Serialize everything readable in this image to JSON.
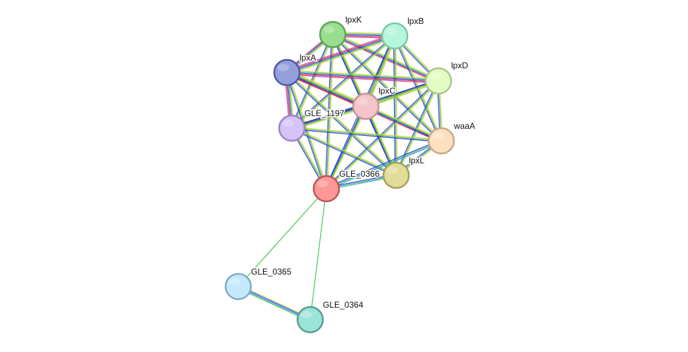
{
  "network": {
    "nodes": [
      {
        "id": "lpxK",
        "label": "lpxK",
        "fill": "#98de8f",
        "stroke": "#5fa557"
      },
      {
        "id": "lpxB",
        "label": "lpxB",
        "fill": "#b6f6dc",
        "stroke": "#7cc7a8"
      },
      {
        "id": "lpxA",
        "label": "lpxA",
        "fill": "#94a0dc",
        "stroke": "#4e5aa6"
      },
      {
        "id": "lpxD",
        "label": "lpxD",
        "fill": "#e3fcc4",
        "stroke": "#a8c88a"
      },
      {
        "id": "lpxC",
        "label": "lpxC",
        "fill": "#f6c5c9",
        "stroke": "#c4969b"
      },
      {
        "id": "GLE_1197",
        "label": "GLE_1197",
        "fill": "#d5c2f7",
        "stroke": "#9c84c6"
      },
      {
        "id": "waaA",
        "label": "waaA",
        "fill": "#fde0c0",
        "stroke": "#c7a88a"
      },
      {
        "id": "lpxL",
        "label": "lpxL",
        "fill": "#e0dd98",
        "stroke": "#a5a15b"
      },
      {
        "id": "GLE_0366",
        "label": "GLE_0366",
        "fill": "#fe9797",
        "stroke": "#b95858"
      },
      {
        "id": "GLE_0365",
        "label": "GLE_0365",
        "fill": "#c4e9fd",
        "stroke": "#84abc5"
      },
      {
        "id": "GLE_0364",
        "label": "GLE_0364",
        "fill": "#9ce3d8",
        "stroke": "#5a9e95"
      }
    ],
    "edge_colors": [
      "#3ac03a",
      "#2a2aff",
      "#20a0e0",
      "#d0d040",
      "#e02020",
      "#b040c0",
      "#222222"
    ],
    "edges": [
      {
        "source": "GLE_0366",
        "target": "GLE_0365",
        "channels": [
          "#3ac03a"
        ]
      },
      {
        "source": "GLE_0366",
        "target": "GLE_0364",
        "channels": [
          "#3ac03a"
        ]
      },
      {
        "source": "GLE_0365",
        "target": "GLE_0364",
        "channels": [
          "#d0d040",
          "#2a2aff",
          "#20a0e0",
          "#3ac03a"
        ]
      },
      {
        "source": "lpxK",
        "target": "lpxB",
        "channels": [
          "#d0d040",
          "#3ac03a",
          "#2a2aff",
          "#e02020",
          "#b040c0"
        ]
      },
      {
        "source": "lpxK",
        "target": "lpxA",
        "channels": [
          "#d0d040",
          "#3ac03a",
          "#2a2aff",
          "#e02020"
        ]
      },
      {
        "source": "lpxK",
        "target": "lpxD",
        "channels": [
          "#d0d040",
          "#3ac03a",
          "#2a2aff",
          "#e02020"
        ]
      },
      {
        "source": "lpxK",
        "target": "lpxC",
        "channels": [
          "#d0d040",
          "#3ac03a",
          "#2a2aff"
        ]
      },
      {
        "source": "lpxK",
        "target": "GLE_1197",
        "channels": [
          "#d0d040",
          "#3ac03a",
          "#2a2aff"
        ]
      },
      {
        "source": "lpxK",
        "target": "waaA",
        "channels": [
          "#d0d040",
          "#3ac03a",
          "#2a2aff"
        ]
      },
      {
        "source": "lpxK",
        "target": "lpxL",
        "channels": [
          "#d0d040",
          "#3ac03a",
          "#2a2aff"
        ]
      },
      {
        "source": "lpxK",
        "target": "GLE_0366",
        "channels": [
          "#d0d040",
          "#3ac03a",
          "#2a2aff"
        ]
      },
      {
        "source": "lpxB",
        "target": "lpxA",
        "channels": [
          "#d0d040",
          "#3ac03a",
          "#2a2aff",
          "#e02020",
          "#b040c0"
        ]
      },
      {
        "source": "lpxB",
        "target": "lpxD",
        "channels": [
          "#d0d040",
          "#3ac03a",
          "#2a2aff"
        ]
      },
      {
        "source": "lpxB",
        "target": "lpxC",
        "channels": [
          "#d0d040",
          "#3ac03a",
          "#2a2aff",
          "#222222"
        ]
      },
      {
        "source": "lpxB",
        "target": "GLE_1197",
        "channels": [
          "#d0d040",
          "#3ac03a",
          "#2a2aff"
        ]
      },
      {
        "source": "lpxB",
        "target": "waaA",
        "channels": [
          "#d0d040",
          "#3ac03a",
          "#2a2aff"
        ]
      },
      {
        "source": "lpxB",
        "target": "lpxL",
        "channels": [
          "#d0d040",
          "#3ac03a",
          "#2a2aff"
        ]
      },
      {
        "source": "lpxB",
        "target": "GLE_0366",
        "channels": [
          "#d0d040",
          "#3ac03a",
          "#2a2aff"
        ]
      },
      {
        "source": "lpxA",
        "target": "lpxD",
        "channels": [
          "#d0d040",
          "#3ac03a",
          "#2a2aff",
          "#e02020",
          "#b040c0"
        ]
      },
      {
        "source": "lpxA",
        "target": "lpxC",
        "channels": [
          "#d0d040",
          "#3ac03a",
          "#2a2aff",
          "#e02020",
          "#b040c0"
        ]
      },
      {
        "source": "lpxA",
        "target": "GLE_1197",
        "channels": [
          "#d0d040",
          "#3ac03a",
          "#2a2aff",
          "#e02020",
          "#b040c0"
        ]
      },
      {
        "source": "lpxA",
        "target": "waaA",
        "channels": [
          "#d0d040",
          "#3ac03a",
          "#2a2aff",
          "#e02020"
        ]
      },
      {
        "source": "lpxA",
        "target": "lpxL",
        "channels": [
          "#d0d040",
          "#3ac03a",
          "#2a2aff"
        ]
      },
      {
        "source": "lpxA",
        "target": "GLE_0366",
        "channels": [
          "#d0d040",
          "#3ac03a",
          "#2a2aff"
        ]
      },
      {
        "source": "lpxD",
        "target": "lpxC",
        "channels": [
          "#d0d040",
          "#3ac03a",
          "#2a2aff",
          "#222222"
        ]
      },
      {
        "source": "lpxD",
        "target": "GLE_1197",
        "channels": [
          "#d0d040",
          "#3ac03a",
          "#2a2aff"
        ]
      },
      {
        "source": "lpxD",
        "target": "waaA",
        "channels": [
          "#d0d040",
          "#3ac03a",
          "#2a2aff"
        ]
      },
      {
        "source": "lpxD",
        "target": "lpxL",
        "channels": [
          "#d0d040",
          "#3ac03a",
          "#2a2aff"
        ]
      },
      {
        "source": "lpxD",
        "target": "GLE_0366",
        "channels": [
          "#d0d040",
          "#3ac03a",
          "#2a2aff"
        ]
      },
      {
        "source": "lpxC",
        "target": "GLE_1197",
        "channels": [
          "#d0d040",
          "#3ac03a",
          "#2a2aff",
          "#222222"
        ]
      },
      {
        "source": "lpxC",
        "target": "waaA",
        "channels": [
          "#d0d040",
          "#3ac03a",
          "#2a2aff"
        ]
      },
      {
        "source": "lpxC",
        "target": "lpxL",
        "channels": [
          "#d0d040",
          "#3ac03a",
          "#2a2aff"
        ]
      },
      {
        "source": "lpxC",
        "target": "GLE_0366",
        "channels": [
          "#d0d040",
          "#3ac03a",
          "#2a2aff"
        ]
      },
      {
        "source": "GLE_1197",
        "target": "waaA",
        "channels": [
          "#d0d040",
          "#3ac03a",
          "#2a2aff"
        ]
      },
      {
        "source": "GLE_1197",
        "target": "lpxL",
        "channels": [
          "#d0d040",
          "#3ac03a",
          "#2a2aff"
        ]
      },
      {
        "source": "GLE_1197",
        "target": "GLE_0366",
        "channels": [
          "#d0d040",
          "#3ac03a",
          "#2a2aff"
        ]
      },
      {
        "source": "waaA",
        "target": "lpxL",
        "channels": [
          "#d0d040",
          "#3ac03a",
          "#2a2aff"
        ]
      },
      {
        "source": "waaA",
        "target": "GLE_0366",
        "channels": [
          "#20a0e0",
          "#3ac03a",
          "#2a2aff"
        ]
      },
      {
        "source": "lpxL",
        "target": "GLE_0366",
        "channels": [
          "#20a0e0",
          "#3ac03a",
          "#2a2aff"
        ]
      }
    ]
  }
}
